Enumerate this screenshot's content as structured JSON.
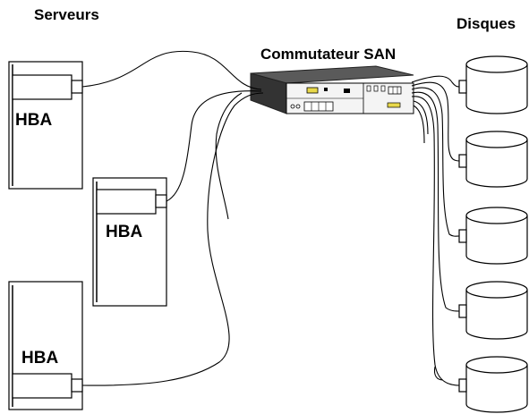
{
  "labels": {
    "servers": "Serveurs",
    "disks": "Disques",
    "switch": "Commutateur SAN"
  },
  "servers": [
    {
      "hba_label": "HBA"
    },
    {
      "hba_label": "HBA"
    },
    {
      "hba_label": "HBA"
    }
  ],
  "disks": [
    {
      "id": "disk-1"
    },
    {
      "id": "disk-2"
    },
    {
      "id": "disk-3"
    },
    {
      "id": "disk-4"
    },
    {
      "id": "disk-5"
    }
  ],
  "colors": {
    "line": "#000000",
    "background": "#ffffff",
    "switch_top": "#5a5a5a",
    "switch_side": "#333333",
    "switch_face": "#f4f4f4",
    "port_yellow": "#e8d84a"
  }
}
